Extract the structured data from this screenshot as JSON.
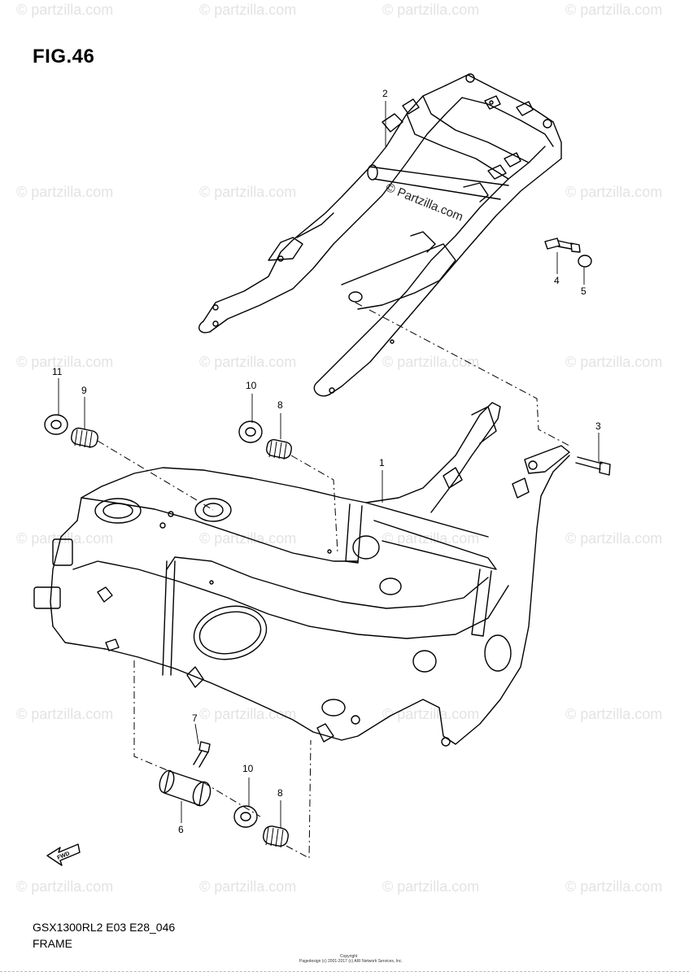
{
  "figure": {
    "title": "FIG.46"
  },
  "watermark": {
    "text": "© partzilla.com",
    "center_text": "© Partzilla.com"
  },
  "callouts": [
    {
      "id": "c2",
      "text": "2"
    },
    {
      "id": "c4",
      "text": "4"
    },
    {
      "id": "c5",
      "text": "5"
    },
    {
      "id": "c11",
      "text": "11"
    },
    {
      "id": "c9",
      "text": "9"
    },
    {
      "id": "c10a",
      "text": "10"
    },
    {
      "id": "c8a",
      "text": "8"
    },
    {
      "id": "c1",
      "text": "1"
    },
    {
      "id": "c3",
      "text": "3"
    },
    {
      "id": "c7",
      "text": "7"
    },
    {
      "id": "c10b",
      "text": "10"
    },
    {
      "id": "c8b",
      "text": "8"
    },
    {
      "id": "c6",
      "text": "6"
    }
  ],
  "fwd_label": "FWD",
  "footer": {
    "model_code": "GSX1300RL2 E03 E28_046",
    "section_name": "FRAME",
    "copyright_line1": "Copyright",
    "copyright_line2": "Pagedesign (c) 2001-2017 (c) ARI Network Services, Inc."
  }
}
